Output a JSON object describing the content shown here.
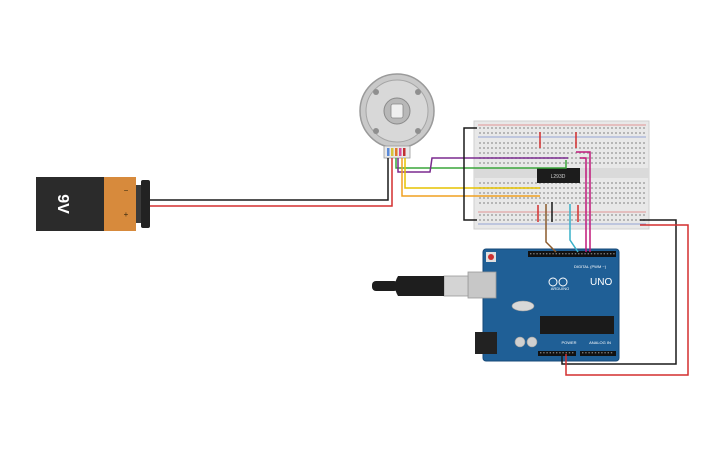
{
  "battery": {
    "label": "9V",
    "minus": "−",
    "plus": "+"
  },
  "driver_chip": {
    "label": "L293D"
  },
  "arduino": {
    "model": "UNO",
    "brand": "ARDUINO",
    "digital_header": "DIGITAL (PWM ~)",
    "power_header": "POWER",
    "analog_header": "ANALOG IN"
  },
  "colors": {
    "battery_body": "#2b2b2b",
    "battery_cap": "#d78a3c",
    "breadboard": "#e8e8e8",
    "arduino_board": "#1f5f96",
    "wire_red": "#d32f2f",
    "wire_black": "#1a1a1a",
    "wire_green": "#3aa53a",
    "wire_purple": "#7b2a8f",
    "wire_orange": "#f0a020",
    "wire_yellow": "#e6c200",
    "wire_magenta": "#c0187a",
    "wire_brown": "#8b5a2b",
    "wire_cyan": "#38b0c8"
  }
}
